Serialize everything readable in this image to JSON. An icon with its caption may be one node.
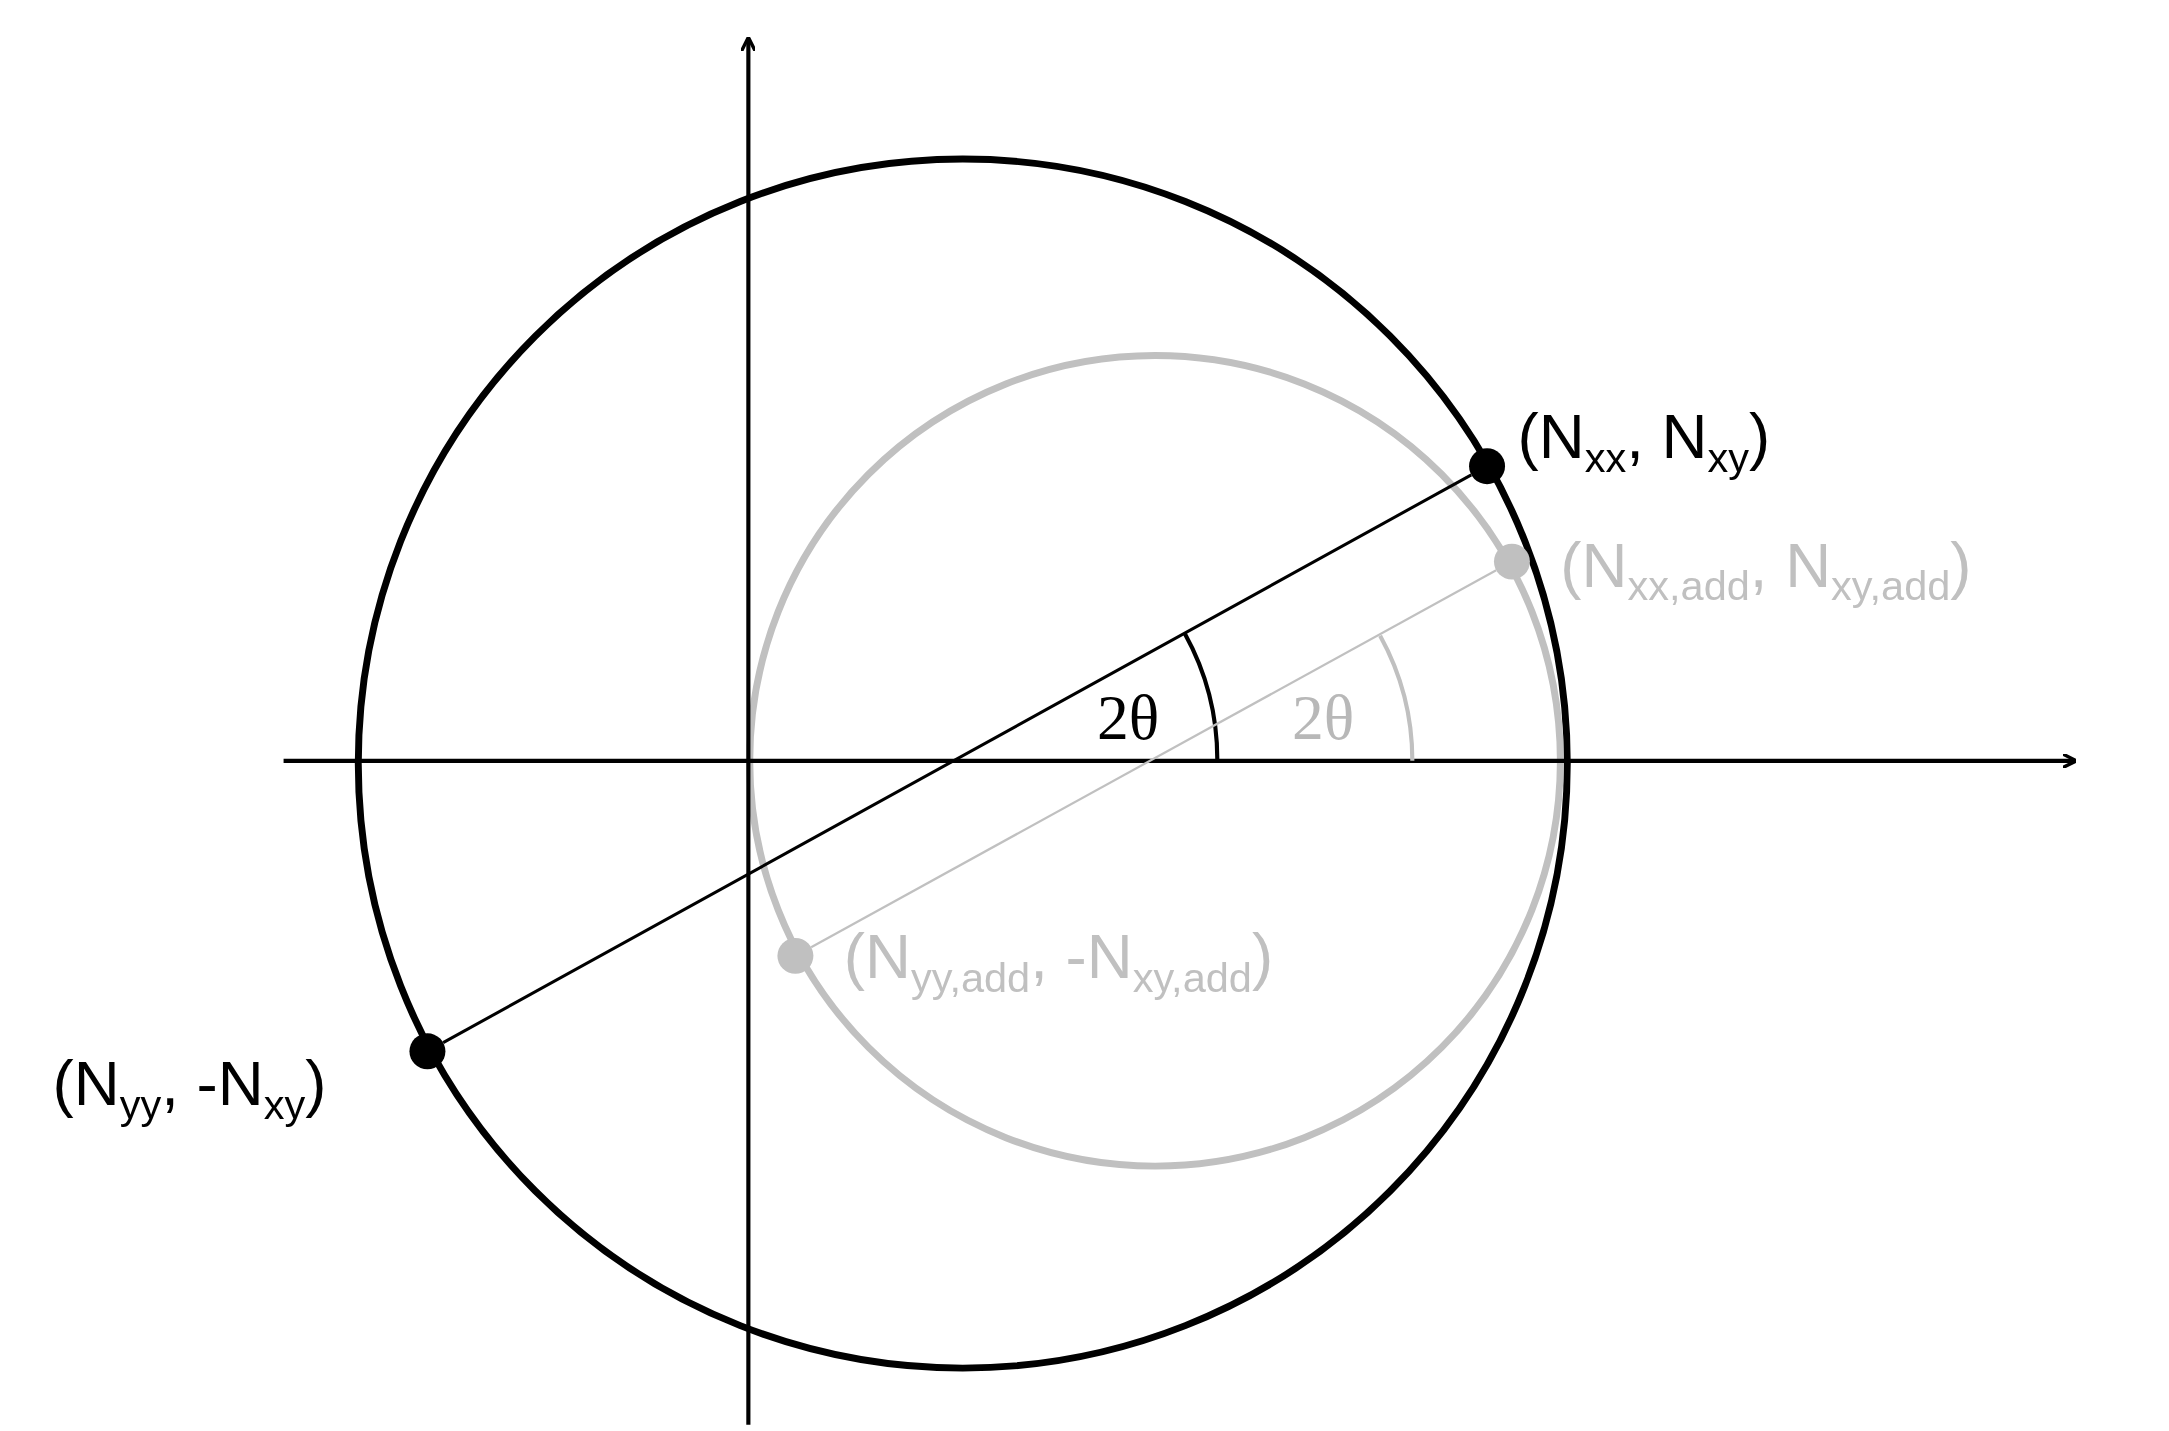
{
  "diagram": {
    "nodes": [
      {
        "text": [],
        "shape": "circle",
        "beside": [
          "(N$_{xx}$, N$_{xy}$)"
        ]
      },
      {
        "text": [],
        "shape": "circle",
        "beside": [
          "(N$_{xx,add}$, N$_{xy,add}$)"
        ]
      },
      {
        "text": [],
        "shape": "circle",
        "beside": [
          "(N$_{yy,add}$, -N$_{xy,add}$)"
        ]
      },
      {
        "text": [],
        "shape": "circle",
        "beside": [
          "(N$_{yy}$, -N$_{xy}$)"
        ]
      }
    ],
    "edges": [
      {
        "from": 3,
        "to": 0,
        "arrow": "none"
      },
      {
        "from": 2,
        "to": 1,
        "arrow": "none",
        "color": "#c0c0c0"
      }
    ],
    "labels": [
      "2θ",
      "2θ"
    ]
  }
}
